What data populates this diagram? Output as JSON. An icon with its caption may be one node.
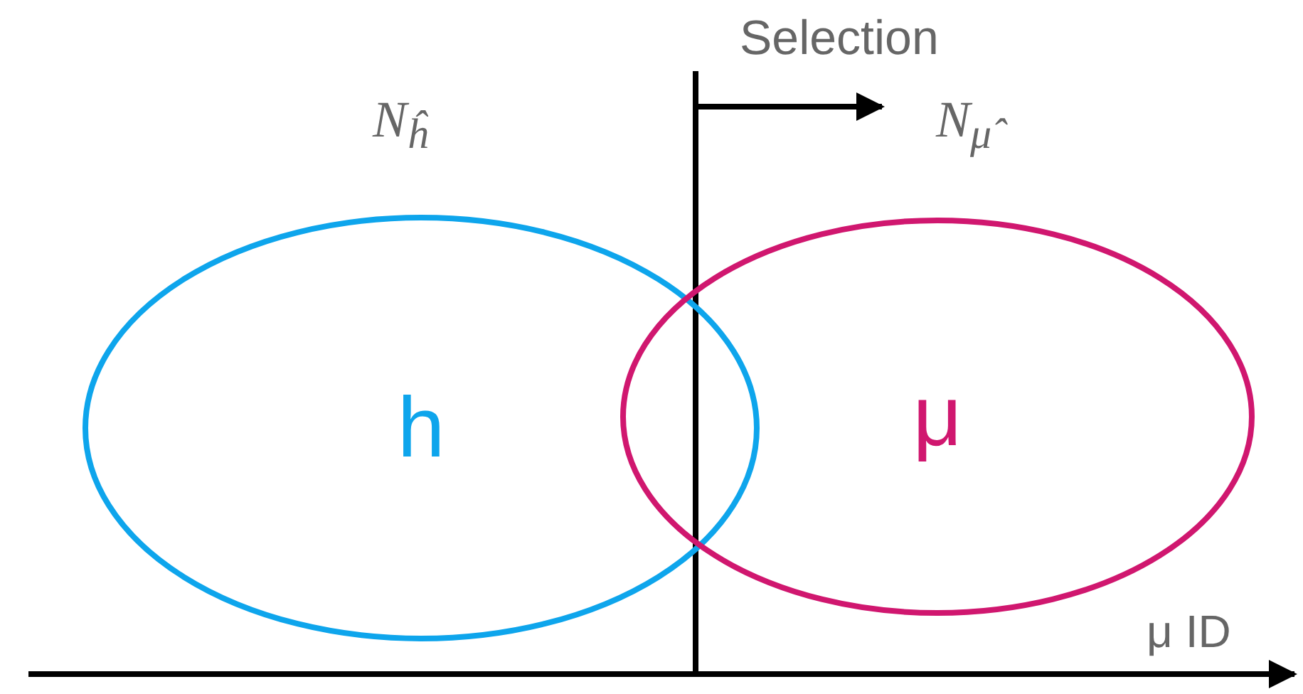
{
  "diagram": {
    "nodes": [
      {
        "text": [
          "h"
        ]
      },
      {
        "text": [
          "μ"
        ]
      }
    ],
    "labels": [
      "Selection",
      "N$_{ĥ}$",
      "N$_{μ̂}$",
      "μ ID"
    ]
  }
}
